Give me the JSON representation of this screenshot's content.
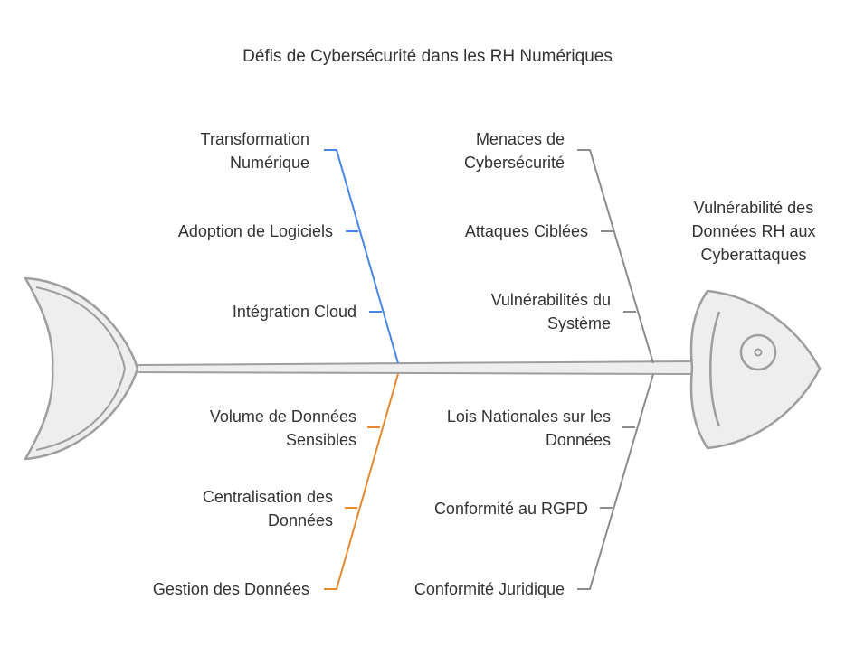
{
  "title": "Défis de Cybersécurité dans les RH Numériques",
  "effect": [
    "Vulnérabilité des",
    "Données RH aux",
    "Cyberattaques"
  ],
  "colors": {
    "blue_branch": "#4a86e8",
    "orange_branch": "#e6892c",
    "gray_branch": "#8c8c8c",
    "fish_fill": "#eeeeee",
    "fish_stroke": "#9e9e9e",
    "text": "#333333"
  },
  "branches": {
    "top_left": {
      "causes": [
        [
          "Transformation",
          "Numérique"
        ],
        [
          "Adoption de Logiciels"
        ],
        [
          "Intégration Cloud"
        ]
      ]
    },
    "top_right": {
      "causes": [
        [
          "Menaces de",
          "Cybersécurité"
        ],
        [
          "Attaques Ciblées"
        ],
        [
          "Vulnérabilités du",
          "Système"
        ]
      ]
    },
    "bottom_left": {
      "causes": [
        [
          "Volume de Données",
          "Sensibles"
        ],
        [
          "Centralisation des",
          "Données"
        ],
        [
          "Gestion des Données"
        ]
      ]
    },
    "bottom_right": {
      "causes": [
        [
          "Lois Nationales sur les",
          "Données"
        ],
        [
          "Conformité au RGPD"
        ],
        [
          "Conformité Juridique"
        ]
      ]
    }
  }
}
